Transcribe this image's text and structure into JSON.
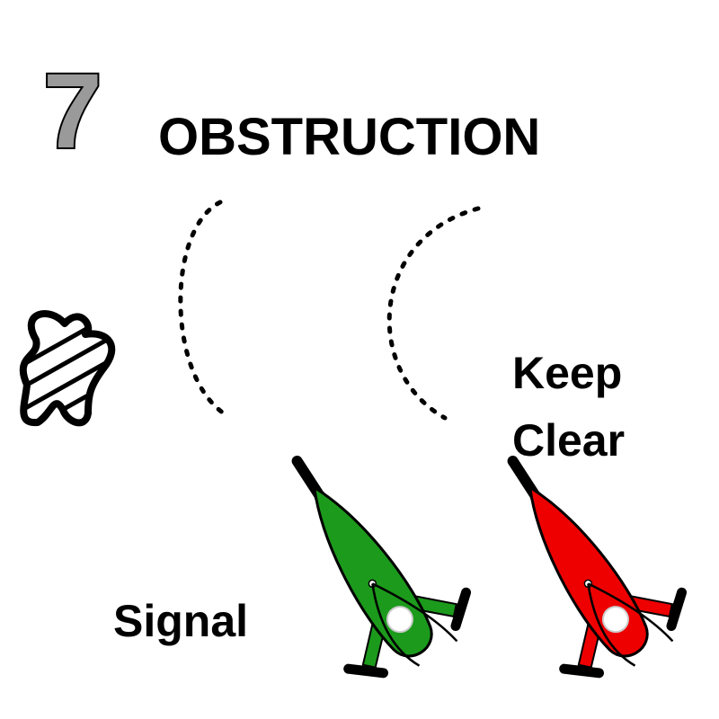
{
  "diagram": {
    "number": "7",
    "title": "OBSTRUCTION",
    "signal_label": "Signal",
    "keep_clear_line1": "Keep",
    "keep_clear_line2": "Clear"
  },
  "colors": {
    "signal_boat": "#1c9a1c",
    "keep_clear_boat": "#ee0000",
    "number_fill": "#9a9a9a",
    "text": "#000000"
  },
  "icons": {
    "obstruction": "rock-hazard-icon",
    "signal_boat": "green-sailboat-icon",
    "keep_clear_boat": "red-sailboat-icon"
  }
}
